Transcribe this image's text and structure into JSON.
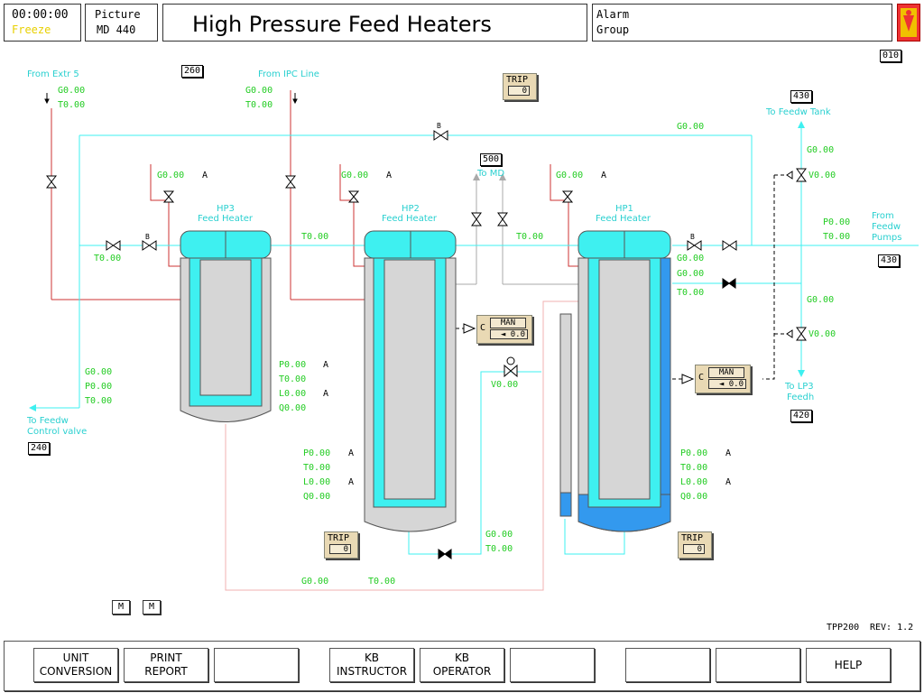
{
  "header": {
    "clock": "00:00:00",
    "freeze": "Freeze",
    "picture_label": "Picture",
    "picture_id": "MD 440",
    "title": "High Pressure Feed Heaters",
    "alarm_line1": "Alarm",
    "alarm_line2": "Group"
  },
  "tags": {
    "t260": "260",
    "t010": "010",
    "t500": "500",
    "t430a": "430",
    "t430b": "430",
    "t420": "420",
    "t240": "240"
  },
  "labels": {
    "from_extr5": "From Extr 5",
    "from_ipc": "From IPC Line",
    "to_md": "To MD",
    "to_feedw_tank": "To Feedw Tank",
    "from_feedw_l1": "From",
    "from_feedw_l2": "Feedw",
    "from_feedw_l3": "Pumps",
    "to_lp3_l1": "To LP3",
    "to_lp3_l2": "Feedh",
    "to_feedw_cv_l1": "To Feedw",
    "to_feedw_cv_l2": "Control valve",
    "hp3_l1": "HP3",
    "hp3_l2": "Feed Heater",
    "hp2_l1": "HP2",
    "hp2_l2": "Feed Heater",
    "hp1_l1": "HP1",
    "hp1_l2": "Feed Heater"
  },
  "values": {
    "extr5_g": "G0.00",
    "extr5_t": "T0.00",
    "ipc_g": "G0.00",
    "ipc_t": "T0.00",
    "top_line_g": "G0.00",
    "hp3_safety_g": "G0.00",
    "hp3_safety_a": "A",
    "hp2_safety_g": "G0.00",
    "hp2_safety_a": "A",
    "hp1_safety_g": "G0.00",
    "hp1_safety_a": "A",
    "inlet_t": "T0.00",
    "hp3_hp2_t": "T0.00",
    "hp2_hp1_t": "T0.00",
    "feedw_p": "P0.00",
    "feedw_t": "T0.00",
    "tank_g": "G0.00",
    "tank_v": "V0.00",
    "hp1_in_g1": "G0.00",
    "hp1_in_g2": "G0.00",
    "hp1_in_t": "T0.00",
    "lp3_g": "G0.00",
    "lp3_v": "V0.00",
    "cv_g": "G0.00",
    "cv_p": "P0.00",
    "cv_t": "T0.00",
    "hp3_p": "P0.00",
    "hp3_t": "T0.00",
    "hp3_l": "L0.00",
    "hp3_q": "Q0.00",
    "hp3_pa": "A",
    "hp3_la": "A",
    "hp2_p": "P0.00",
    "hp2_t": "T0.00",
    "hp2_l": "L0.00",
    "hp2_q": "Q0.00",
    "hp2_pa": "A",
    "hp2_la": "A",
    "hp1_p": "P0.00",
    "hp1_t": "T0.00",
    "hp1_l": "L0.00",
    "hp1_q": "Q0.00",
    "hp1_pa": "A",
    "hp1_la": "A",
    "drain_v": "V0.00",
    "hp2_drain_g": "G0.00",
    "hp2_drain_t": "T0.00",
    "bottom_g": "G0.00",
    "bottom_t": "T0.00"
  },
  "trips": {
    "label": "TRIP",
    "top": "0",
    "hp2": "0",
    "hp1": "0"
  },
  "controllers": {
    "c_letter": "C",
    "mode": "MAN",
    "hp2_val": "◄ 0.0",
    "hp1_val": "◄ 0.0"
  },
  "valve_letters": {
    "b": "B"
  },
  "m_buttons": [
    "M",
    "M"
  ],
  "footer": {
    "picture_ref": "TPP200",
    "rev": "REV: 1.2"
  },
  "function_keys": [
    "UNIT\nCONVERSION",
    "PRINT\nREPORT",
    "",
    "KB\nINSTRUCTOR",
    "KB\nOPERATOR",
    "",
    "",
    "",
    "HELP"
  ],
  "colors": {
    "water": "#3ef0f0",
    "steam": "#cc3333",
    "condensate": "#3399ee",
    "text_green": "#22cc22",
    "vessel_shell": "#d6d6d6"
  }
}
